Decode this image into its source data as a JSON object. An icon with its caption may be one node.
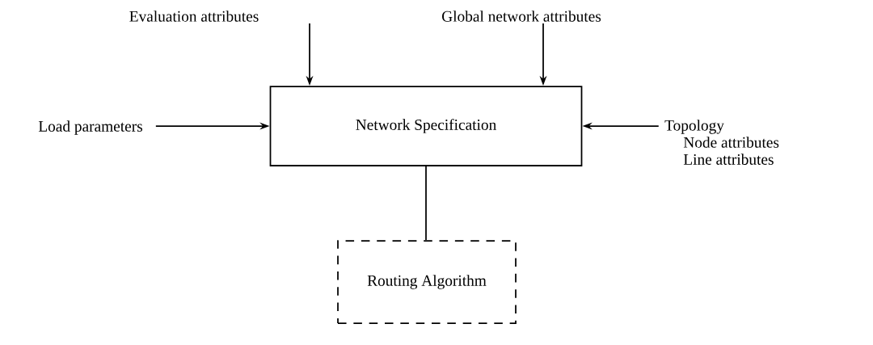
{
  "diagram": {
    "nodes": [
      {
        "text": [
          "Evaluation attributes"
        ]
      },
      {
        "text": [
          "Global network attributes"
        ]
      },
      {
        "text": [
          "Load parameters"
        ]
      },
      {
        "text": [
          "Network Specification"
        ]
      },
      {
        "text": [
          "Topology",
          "Node attributes",
          "Line attributes"
        ]
      },
      {
        "text": [
          "Routing Algorithm"
        ]
      }
    ],
    "edges": [
      {
        "from": 0,
        "to": 3,
        "arrow": "to"
      },
      {
        "from": 1,
        "to": 3,
        "arrow": "to"
      },
      {
        "from": 2,
        "to": 3,
        "arrow": "to"
      },
      {
        "from": 4,
        "to": 3,
        "arrow": "to"
      },
      {
        "from": 3,
        "to": 5,
        "arrow": "none"
      }
    ]
  }
}
